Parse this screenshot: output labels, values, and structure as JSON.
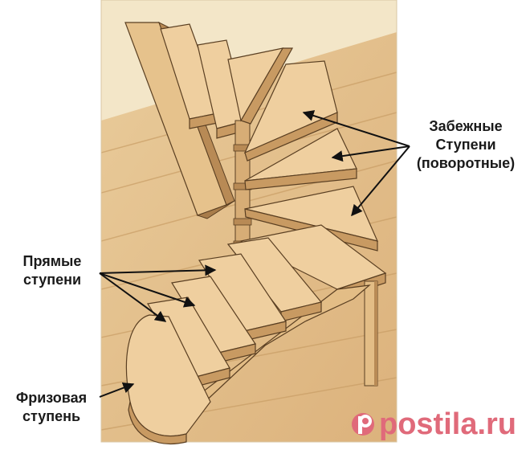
{
  "labels": {
    "winder": [
      "Забежные",
      "Ступени",
      "(поворотные)"
    ],
    "straight": [
      "Прямые",
      "ступени"
    ],
    "frieze": [
      "Фризовая",
      "ступень"
    ]
  },
  "watermark": {
    "text": "postila.ru",
    "color": "#e06a7a"
  },
  "colors": {
    "floor": "#e7c693",
    "wall": "#f3e6c8",
    "wood_tread": "#efcf9f",
    "wood_edge": "#c89a62",
    "wood_dark": "#a87c4a",
    "outline": "#5a3f22",
    "arrow": "#111111"
  }
}
